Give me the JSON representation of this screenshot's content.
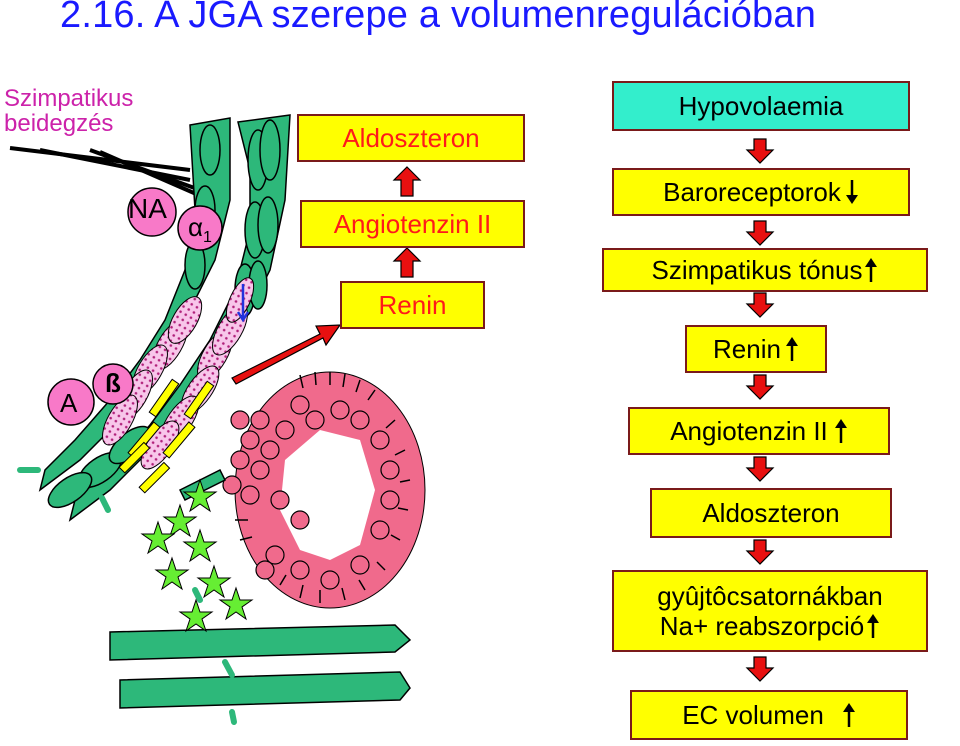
{
  "title": "2.16.  A JGA szerepe a volumenregulációban",
  "left_labels": {
    "innervation_line1": "Szimpatikus",
    "innervation_line2": "beidegzés",
    "na": "NA",
    "alpha": "α",
    "alpha_sub": "1",
    "a": "A",
    "beta": "ß"
  },
  "middle_boxes": {
    "aldosteron": "Aldoszteron",
    "angiotensin": "Angiotenzin II",
    "renin": "Renin"
  },
  "flow": [
    {
      "text": "Hypovolaemia",
      "arrow": "",
      "color": "#33eecc"
    },
    {
      "text": "Baroreceptorok",
      "arrow": "down",
      "color": "#ffff00"
    },
    {
      "text": "Szimpatikus tónus",
      "arrow": "up",
      "color": "#ffff00"
    },
    {
      "text": "Renin",
      "arrow": "up",
      "color": "#ffff00"
    },
    {
      "text": "Angiotenzin II",
      "arrow": "up",
      "color": "#ffff00"
    },
    {
      "text": "Aldoszteron",
      "arrow": "",
      "color": "#ffff00"
    },
    {
      "text_line1": "gyûjtôcsatornákban",
      "text_line2": "Na+ reabszorpció",
      "arrow": "up",
      "color": "#ffff00"
    },
    {
      "text": "EC volumen",
      "arrow": "up",
      "color": "#ffff00"
    }
  ],
  "colors": {
    "title": "#1a1aff",
    "vessel": "#2db87a",
    "tubule": "#f06a8c",
    "granular": "#f5b3e0",
    "arrow_red": "#e81010",
    "innervation": "#cc22aa"
  }
}
